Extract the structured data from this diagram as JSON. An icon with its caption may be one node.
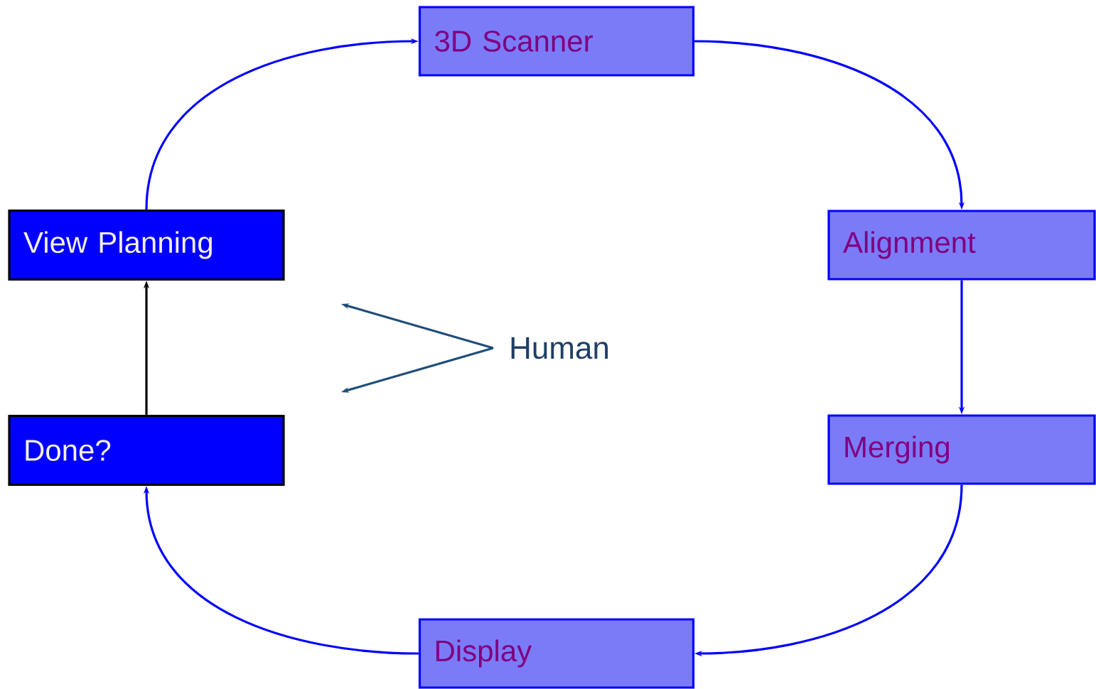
{
  "diagram": {
    "nodes": [
      {
        "text": [
          "3D Scanner"
        ]
      },
      {
        "text": [
          "Alignment"
        ]
      },
      {
        "text": [
          "Merging"
        ]
      },
      {
        "text": [
          "Display"
        ]
      },
      {
        "text": [
          "Done?"
        ]
      },
      {
        "text": [
          "View Planning"
        ]
      },
      {
        "text": [
          "Human"
        ]
      }
    ],
    "edges": [
      {
        "from": 5,
        "to": 0,
        "arrow": "to",
        "color": "#0000ff"
      },
      {
        "from": 0,
        "to": 1,
        "arrow": "to",
        "color": "#0000ff"
      },
      {
        "from": 1,
        "to": 2,
        "arrow": "to",
        "color": "#0000ff"
      },
      {
        "from": 2,
        "to": 3,
        "arrow": "to",
        "color": "#0000ff"
      },
      {
        "from": 3,
        "to": 4,
        "arrow": "to",
        "color": "#0000ff"
      },
      {
        "from": 4,
        "to": 5,
        "arrow": "to",
        "color": "#000000"
      },
      {
        "from": 6,
        "to": null,
        "arrow": "to",
        "color": "#1f4e79"
      },
      {
        "from": 6,
        "to": null,
        "arrow": "to",
        "color": "#1f4e79"
      }
    ]
  }
}
